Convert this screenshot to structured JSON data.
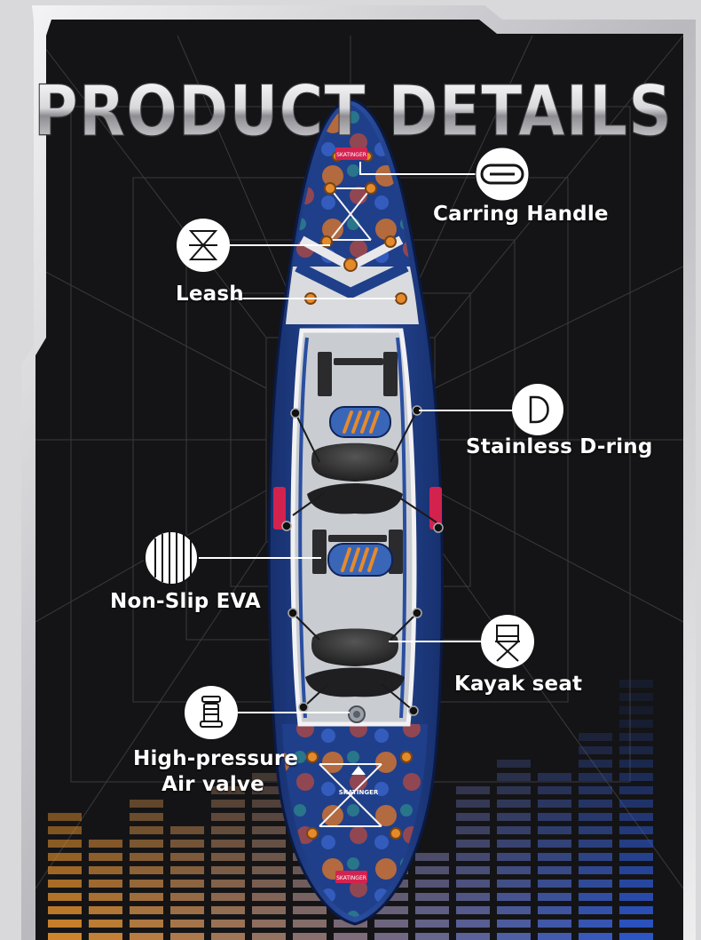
{
  "title": "PRODUCT DETAILS",
  "brand": "SKATINGER",
  "features": {
    "carrying_handle": "Carring Handle",
    "leash": "Leash",
    "d_ring": "Stainless D-ring",
    "non_slip": "Non-Slip EVA",
    "kayak_seat": "Kayak seat",
    "air_valve_line1": "High-pressure",
    "air_valve_line2": "Air valve"
  },
  "icons": {
    "carrying_handle": "handle-icon",
    "leash": "leash-icon",
    "d_ring": "d-ring-icon",
    "non_slip": "stripes-icon",
    "kayak_seat": "folding-chair-icon",
    "air_valve": "valve-icon"
  },
  "colors": {
    "panel": "#141416",
    "hull_blue": "#1f3f8a",
    "deck_gray": "#c9ccd1",
    "accent_orange": "#e58a2b",
    "accent_red": "#d4224f"
  }
}
